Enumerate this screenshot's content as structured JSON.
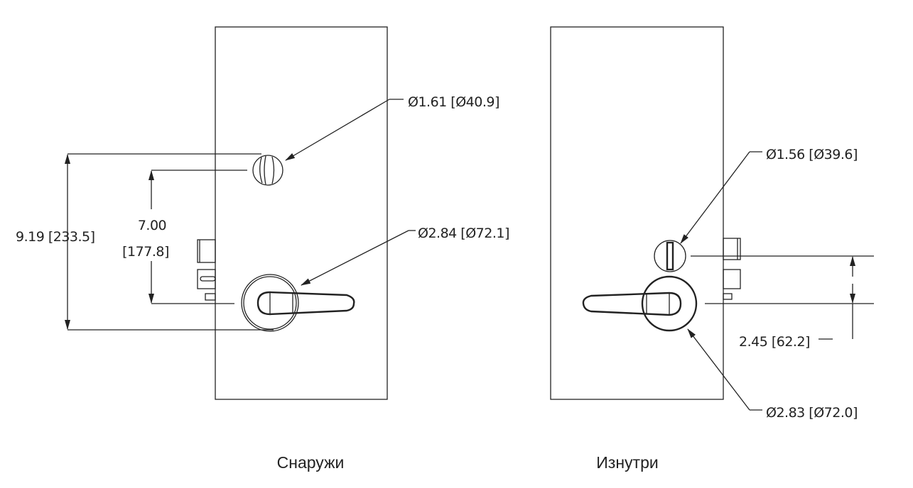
{
  "outside_view": {
    "caption": "Снаружи",
    "thumbturn_diameter": "Ø1.61 [Ø40.9]",
    "rose_diameter": "Ø2.84 [Ø72.1]",
    "height_total": "9.19 [233.5]",
    "height_center_in": "7.00",
    "height_center_mm": "[177.8]"
  },
  "inside_view": {
    "caption": "Изнутри",
    "thumbturn_diameter": "Ø1.56 [Ø39.6]",
    "rose_diameter": "Ø2.83 [Ø72.0]",
    "spacing": "2.45 [62.2]"
  },
  "colors": {
    "line": "#222222",
    "background": "#ffffff"
  }
}
